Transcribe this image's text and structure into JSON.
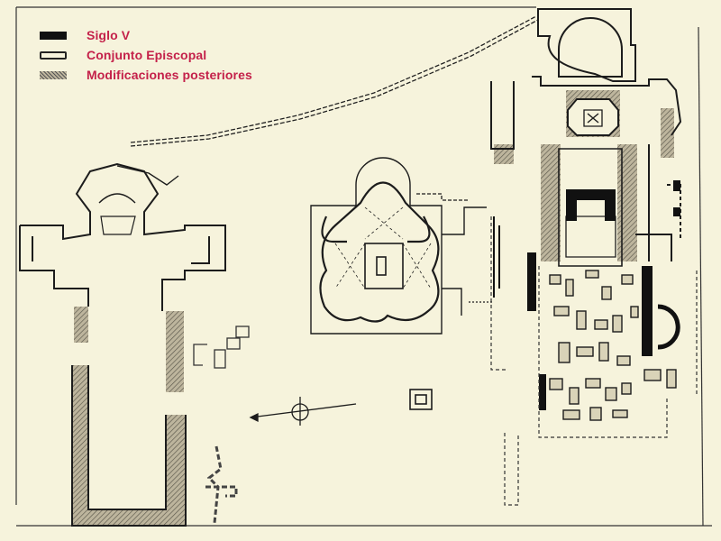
{
  "legend": {
    "items": [
      {
        "swatch": "solid-black",
        "label": "Siglo V"
      },
      {
        "swatch": "outline",
        "label": "Conjunto Episcopal"
      },
      {
        "swatch": "hatched",
        "label": "Modificaciones posteriores"
      }
    ]
  },
  "colors": {
    "paper": "#f6f3dc",
    "ink": "#1c1c1c",
    "hatch": "#8f8a7a",
    "legend_text": "#c4214a"
  }
}
